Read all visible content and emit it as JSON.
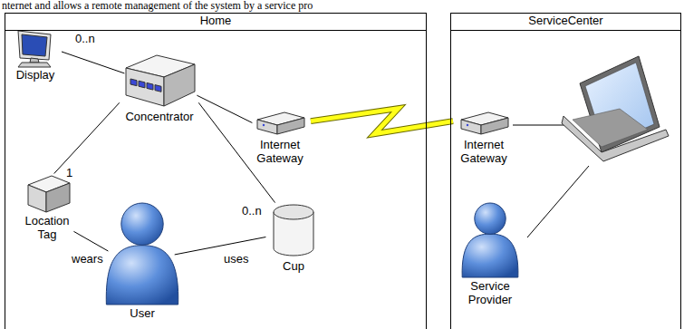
{
  "diagram": {
    "nodes": [
      {
        "text": [
          "Home"
        ]
      },
      {
        "text": [
          "ServiceCenter"
        ]
      },
      {
        "text": [
          "Display"
        ],
        "in": 0
      },
      {
        "text": [
          "Concentrator"
        ],
        "in": 0
      },
      {
        "text": [
          "Internet Gateway"
        ],
        "in": 0
      },
      {
        "text": [
          "Location Tag"
        ],
        "in": 0
      },
      {
        "text": [
          "User"
        ],
        "in": 0
      },
      {
        "text": [
          "Cup"
        ],
        "in": 0
      },
      {
        "text": [
          "Internet Gateway"
        ],
        "in": 1
      },
      {
        "text": [
          "Service Provider"
        ],
        "in": 1
      }
    ],
    "edges": [
      {
        "from": 2,
        "to": 3,
        "arrow": "none",
        "label": "0..n"
      },
      {
        "from": 3,
        "to": 4,
        "arrow": "none"
      },
      {
        "from": 5,
        "to": 3,
        "arrow": "none",
        "label": "1"
      },
      {
        "from": 7,
        "to": 3,
        "arrow": "none",
        "label": "0..n"
      },
      {
        "from": 6,
        "to": 5,
        "arrow": "none",
        "label": "wears"
      },
      {
        "from": 6,
        "to": 7,
        "arrow": "none",
        "label": "uses"
      },
      {
        "from": 4,
        "to": 8,
        "arrow": "none"
      }
    ],
    "labels": [
      "nternet and allows a remote management of the system by a service pro"
    ]
  }
}
